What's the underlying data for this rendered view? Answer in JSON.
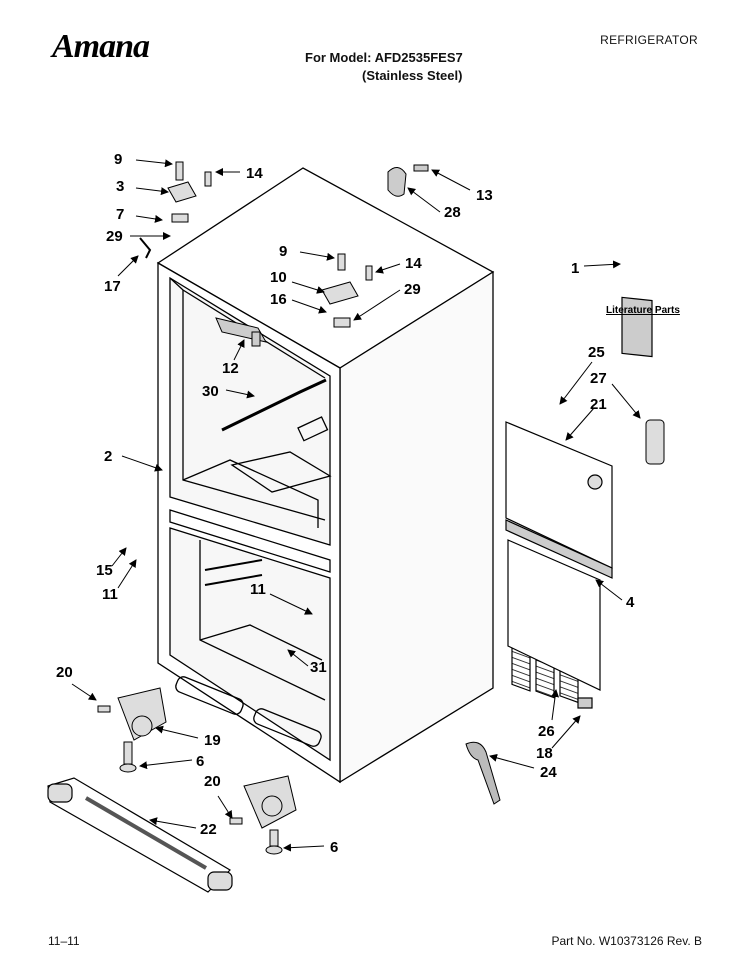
{
  "header": {
    "brand": "Amana",
    "category": "REFRIGERATOR",
    "model_line": "For Model: AFD2535FES7",
    "finish_line": "(Stainless Steel)"
  },
  "footer": {
    "date": "11–11",
    "part_number": "Part No. W10373126 Rev. B"
  },
  "literature_label": "Literature Parts",
  "callouts": [
    {
      "id": "c9a",
      "text": "9"
    },
    {
      "id": "c14a",
      "text": "14"
    },
    {
      "id": "c3",
      "text": "3"
    },
    {
      "id": "c7",
      "text": "7"
    },
    {
      "id": "c29a",
      "text": "29"
    },
    {
      "id": "c17",
      "text": "17"
    },
    {
      "id": "c13",
      "text": "13"
    },
    {
      "id": "c28",
      "text": "28"
    },
    {
      "id": "c9b",
      "text": "9"
    },
    {
      "id": "c14b",
      "text": "14"
    },
    {
      "id": "c10",
      "text": "10"
    },
    {
      "id": "c16",
      "text": "16"
    },
    {
      "id": "c29b",
      "text": "29"
    },
    {
      "id": "c1",
      "text": "1"
    },
    {
      "id": "c12",
      "text": "12"
    },
    {
      "id": "c30",
      "text": "30"
    },
    {
      "id": "c25",
      "text": "25"
    },
    {
      "id": "c27",
      "text": "27"
    },
    {
      "id": "c21",
      "text": "21"
    },
    {
      "id": "c2",
      "text": "2"
    },
    {
      "id": "c15",
      "text": "15"
    },
    {
      "id": "c11a",
      "text": "11"
    },
    {
      "id": "c11b",
      "text": "11"
    },
    {
      "id": "c4",
      "text": "4"
    },
    {
      "id": "c31",
      "text": "31"
    },
    {
      "id": "c20a",
      "text": "20"
    },
    {
      "id": "c19",
      "text": "19"
    },
    {
      "id": "c6a",
      "text": "6"
    },
    {
      "id": "c26",
      "text": "26"
    },
    {
      "id": "c18",
      "text": "18"
    },
    {
      "id": "c24",
      "text": "24"
    },
    {
      "id": "c20b",
      "text": "20"
    },
    {
      "id": "c22",
      "text": "22"
    },
    {
      "id": "c6b",
      "text": "6"
    }
  ]
}
